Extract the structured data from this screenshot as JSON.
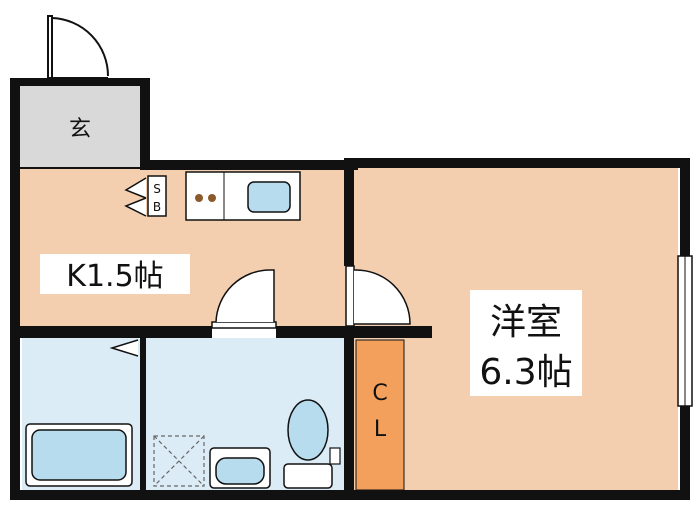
{
  "rooms": {
    "genkan": "玄",
    "kitchen": "K1.5帖",
    "western_line1": "洋室",
    "western_line2": "6.3帖",
    "closet_c": "C",
    "closet_l": "L",
    "sb_s": "S",
    "sb_b": "B"
  },
  "colors": {
    "wall": "#111111",
    "genkan_floor": "#d9d9d9",
    "wood_floor": "#f3cfb0",
    "wet_area": "#dcecf7",
    "closet": "#f2a05c",
    "fixture": "#b7dcee",
    "stove_dot": "#8a5a2b",
    "label_bg": "#ffffff"
  }
}
